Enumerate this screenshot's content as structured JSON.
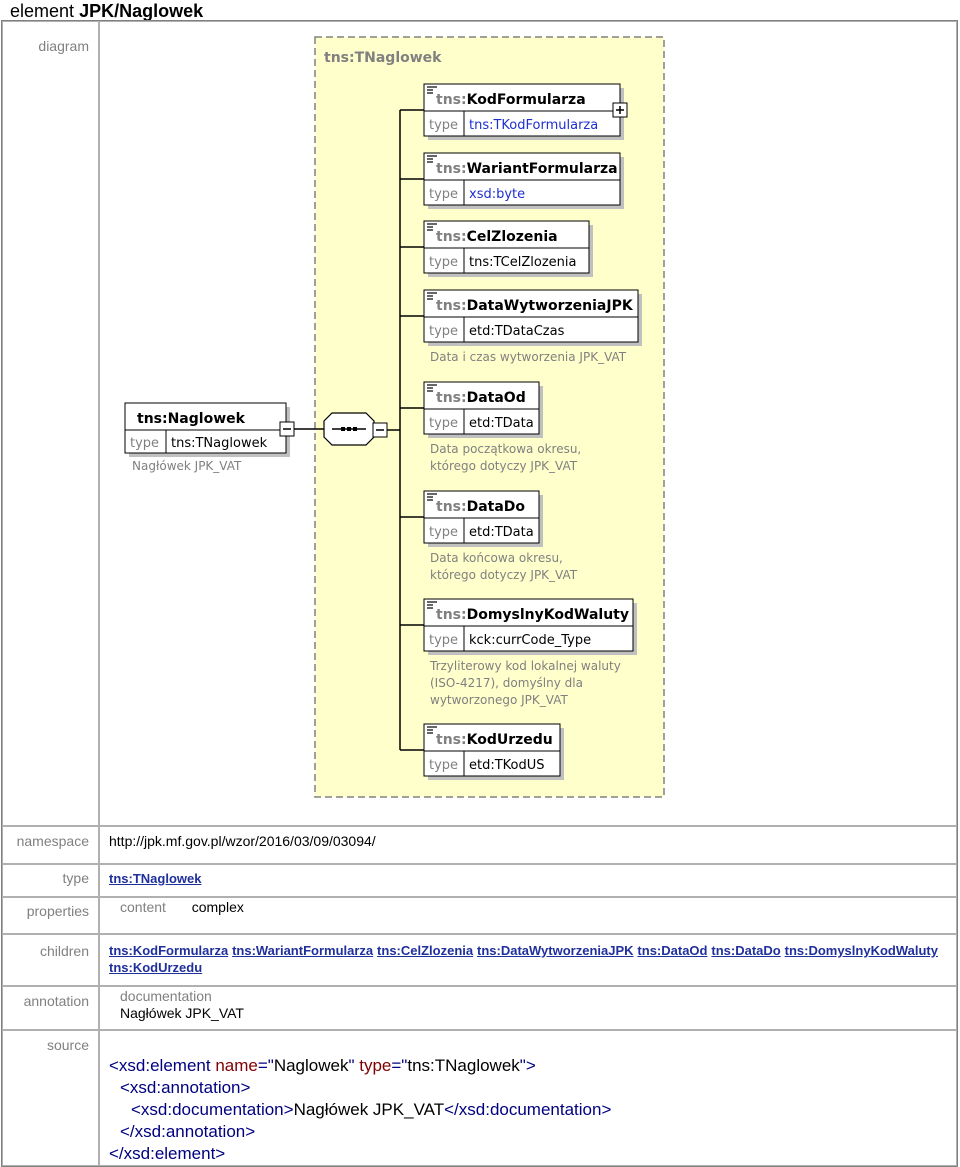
{
  "header": {
    "prefix": "element",
    "name": "JPK/Naglowek"
  },
  "labels": {
    "diagram": "diagram",
    "namespace": "namespace",
    "type": "type",
    "properties": "properties",
    "children": "children",
    "annotation": "annotation",
    "source": "source"
  },
  "diagram": {
    "container_title": "tns:TNaglowek",
    "root": {
      "name": "tns:Naglowek",
      "type_label": "type",
      "type_value": "tns:TNaglowek",
      "doc": "Nagłówek JPK_VAT"
    },
    "elements": [
      {
        "name": "tns:KodFormularza",
        "type_label": "type",
        "type_value": "tns:TKodFormularza",
        "type_link": true,
        "expandable": true,
        "doc": []
      },
      {
        "name": "tns:WariantFormularza",
        "type_label": "type",
        "type_value": "xsd:byte",
        "type_link": true,
        "expandable": false,
        "doc": []
      },
      {
        "name": "tns:CelZlozenia",
        "type_label": "type",
        "type_value": "tns:TCelZlozenia",
        "type_link": false,
        "expandable": false,
        "doc": []
      },
      {
        "name": "tns:DataWytworzeniaJPK",
        "type_label": "type",
        "type_value": "etd:TDataCzas",
        "type_link": false,
        "expandable": false,
        "doc": [
          "Data i czas wytworzenia JPK_VAT"
        ]
      },
      {
        "name": "tns:DataOd",
        "type_label": "type",
        "type_value": "etd:TData",
        "type_link": false,
        "expandable": false,
        "doc": [
          "Data początkowa okresu,",
          "którego dotyczy JPK_VAT"
        ]
      },
      {
        "name": "tns:DataDo",
        "type_label": "type",
        "type_value": "etd:TData",
        "type_link": false,
        "expandable": false,
        "doc": [
          "Data końcowa okresu,",
          "którego dotyczy JPK_VAT"
        ]
      },
      {
        "name": "tns:DomyslnyKodWaluty",
        "type_label": "type",
        "type_value": "kck:currCode_Type",
        "type_link": false,
        "expandable": false,
        "doc": [
          "Trzyliterowy kod lokalnej waluty",
          "(ISO-4217), domyślny dla",
          "wytworzonego JPK_VAT"
        ]
      },
      {
        "name": "tns:KodUrzedu",
        "type_label": "type",
        "type_value": "etd:TKodUS",
        "type_link": false,
        "expandable": false,
        "doc": []
      }
    ]
  },
  "namespace": "http://jpk.mf.gov.pl/wzor/2016/03/09/03094/",
  "type_link": "tns:TNaglowek",
  "properties": {
    "key": "content",
    "value": "complex"
  },
  "children": [
    "tns:KodFormularza",
    "tns:WariantFormularza",
    "tns:CelZlozenia",
    "tns:DataWytworzeniaJPK",
    "tns:DataOd",
    "tns:DataDo",
    "tns:DomyslnyKodWaluty",
    "tns:KodUrzedu"
  ],
  "annotation": {
    "key": "documentation",
    "value": "Nagłówek JPK_VAT"
  },
  "source": {
    "line1": {
      "open": "<xsd:element ",
      "attr1": "name",
      "eq1": "=\"",
      "val1": "Naglowek",
      "q1": "\" ",
      "attr2": "type",
      "eq2": "=\"",
      "val2": "tns:TNaglowek",
      "close": "\">"
    },
    "line2": "<xsd:annotation>",
    "line3": {
      "open": "<xsd:documentation>",
      "text": "Nagłówek JPK_VAT",
      "close": "</xsd:documentation>"
    },
    "line4": "</xsd:annotation>",
    "line5": "</xsd:element>"
  },
  "colors": {
    "container_fill": "#ffffcc",
    "link": "#1f2f9c",
    "label": "#808080"
  }
}
